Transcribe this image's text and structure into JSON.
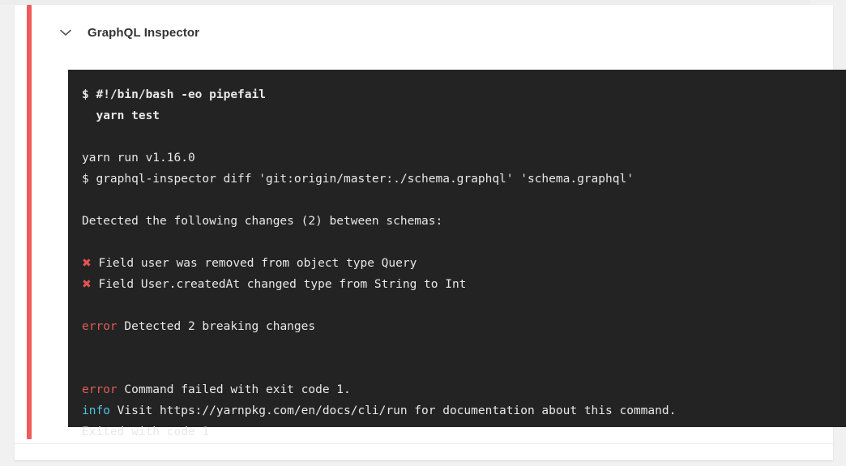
{
  "page": {
    "background_color": "#f1f1f1"
  },
  "job_card": {
    "status_accent_color": "#ef5b5b",
    "header": {
      "collapse_icon": "chevron-down-icon",
      "title": "GraphQL Inspector"
    }
  },
  "terminal": {
    "background_color": "#232323",
    "text_color": "#e8e8e8",
    "error_color": "#e05c5c",
    "info_color": "#4fc3dd",
    "fail_marker_color": "#e8534f",
    "fail_marker_glyph": "✖",
    "lines": [
      {
        "id": "cmd-shebang",
        "bold": true,
        "segments": [
          {
            "class": "tok-plain",
            "text": "$ #!/bin/bash -eo pipefail"
          }
        ]
      },
      {
        "id": "cmd-yarn-test",
        "bold": true,
        "segments": [
          {
            "class": "tok-plain",
            "text": "  yarn test"
          }
        ]
      },
      {
        "id": "blank-1",
        "blank": true,
        "segments": [
          {
            "class": "tok-plain",
            "text": " "
          }
        ]
      },
      {
        "id": "yarn-version",
        "segments": [
          {
            "class": "tok-plain",
            "text": "yarn run v1.16.0"
          }
        ]
      },
      {
        "id": "inspector-diff",
        "segments": [
          {
            "class": "tok-plain",
            "text": "$ graphql-inspector diff 'git:origin/master:./schema.graphql' 'schema.graphql'"
          }
        ]
      },
      {
        "id": "blank-2",
        "blank": true,
        "segments": [
          {
            "class": "tok-plain",
            "text": " "
          }
        ]
      },
      {
        "id": "detected-changes",
        "segments": [
          {
            "class": "tok-plain",
            "text": "Detected the following changes (2) between schemas:"
          }
        ]
      },
      {
        "id": "blank-3",
        "blank": true,
        "segments": [
          {
            "class": "tok-plain",
            "text": " "
          }
        ]
      },
      {
        "id": "change-1",
        "segments": [
          {
            "class": "tok-x",
            "text": "✖"
          },
          {
            "class": "tok-plain",
            "text": " Field user was removed from object type Query"
          }
        ]
      },
      {
        "id": "change-2",
        "segments": [
          {
            "class": "tok-x",
            "text": "✖"
          },
          {
            "class": "tok-plain",
            "text": " Field User.createdAt changed type from String to Int"
          }
        ]
      },
      {
        "id": "blank-4",
        "blank": true,
        "segments": [
          {
            "class": "tok-plain",
            "text": " "
          }
        ]
      },
      {
        "id": "error-breaking",
        "segments": [
          {
            "class": "tok-error",
            "text": "error"
          },
          {
            "class": "tok-plain",
            "text": " Detected 2 breaking changes"
          }
        ]
      },
      {
        "id": "blank-5",
        "blank": true,
        "segments": [
          {
            "class": "tok-plain",
            "text": " "
          }
        ]
      },
      {
        "id": "blank-6",
        "blank": true,
        "segments": [
          {
            "class": "tok-plain",
            "text": " "
          }
        ]
      },
      {
        "id": "error-exit-code",
        "segments": [
          {
            "class": "tok-error",
            "text": "error"
          },
          {
            "class": "tok-plain",
            "text": " Command failed with exit code 1."
          }
        ]
      },
      {
        "id": "info-visit",
        "segments": [
          {
            "class": "tok-info",
            "text": "info"
          },
          {
            "class": "tok-plain",
            "text": " Visit https://yarnpkg.com/en/docs/cli/run for documentation about this command."
          }
        ]
      },
      {
        "id": "exited-code",
        "segments": [
          {
            "class": "tok-plain",
            "text": "Exited with code 1"
          }
        ]
      }
    ]
  }
}
